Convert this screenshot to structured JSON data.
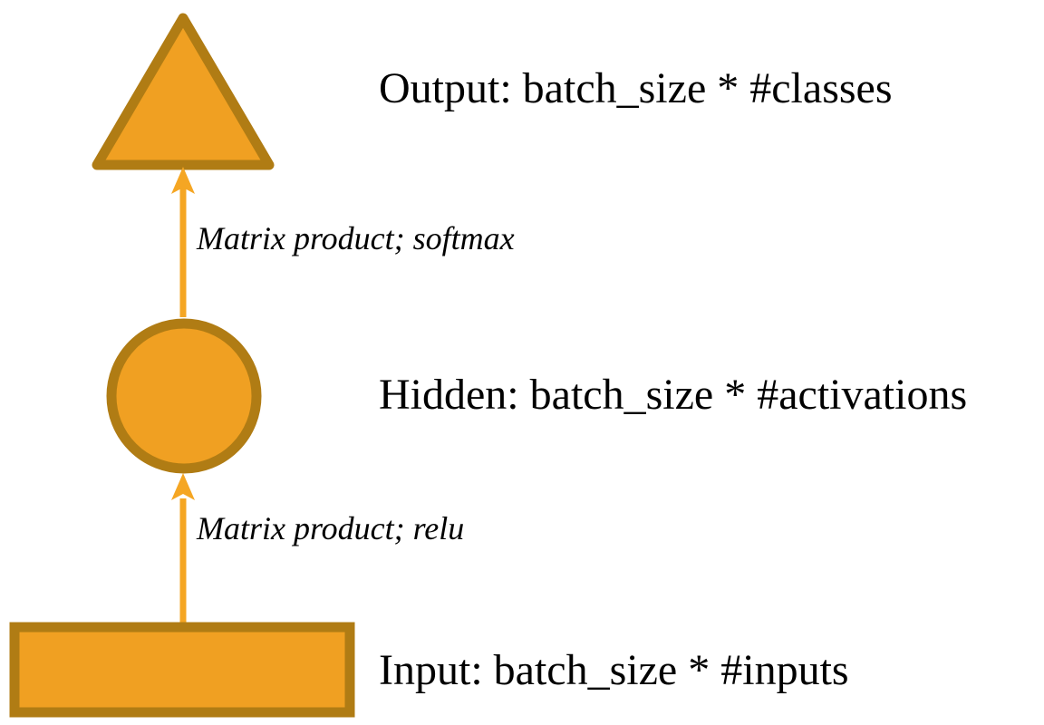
{
  "diagram": {
    "title": "Neural network layer flow diagram",
    "colors": {
      "node_fill": "#F0A022",
      "node_stroke": "#B07C14",
      "arrow": "#F5A623",
      "text": "#000000",
      "background": "#FFFFFF"
    },
    "nodes": [
      {
        "id": "output",
        "shape": "triangle",
        "label": "Output: batch_size * #classes",
        "icon": "triangle-node-icon"
      },
      {
        "id": "hidden",
        "shape": "circle",
        "label": "Hidden: batch_size * #activations",
        "icon": "circle-node-icon"
      },
      {
        "id": "input",
        "shape": "rectangle",
        "label": "Input: batch_size * #inputs",
        "icon": "rectangle-node-icon"
      }
    ],
    "edges": [
      {
        "id": "hidden-to-output",
        "from": "hidden",
        "to": "output",
        "label": "Matrix product; softmax",
        "direction": "up"
      },
      {
        "id": "input-to-hidden",
        "from": "input",
        "to": "hidden",
        "label": "Matrix product; relu",
        "direction": "up"
      }
    ]
  }
}
